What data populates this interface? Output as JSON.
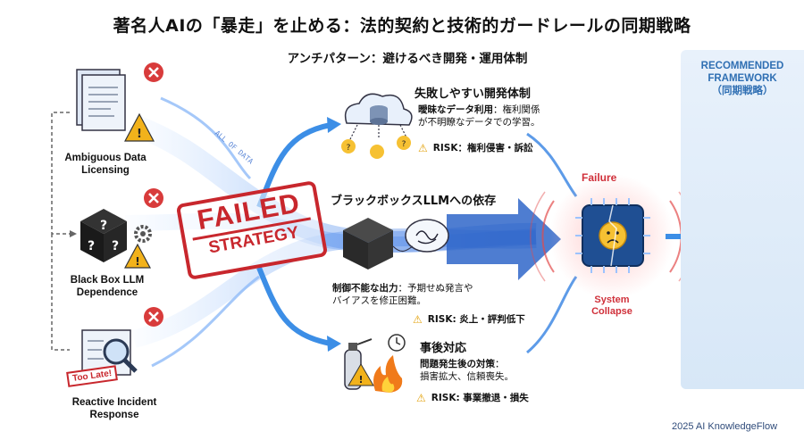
{
  "title": "著名人AIの「暴走」を止める：法的契約と技術的ガードレールの同期戦略",
  "subtitle": "アンチパターン：避けるべき開発・運用体制",
  "left_items": [
    {
      "label": "Ambiguous Data\nLicensing"
    },
    {
      "label": "Black Box LLM\nDependence"
    },
    {
      "label": "Reactive Incident\nResponse",
      "badge": "Too Late!"
    }
  ],
  "stamp": {
    "line1": "FAILED",
    "line2": "STRATEGY"
  },
  "flow_text": "ALL OF DATA",
  "middle_items": [
    {
      "heading": "失敗しやすい開発体制",
      "desc_bold": "曖昧なデータ利用",
      "desc": "：権利関係\nが不明瞭なデータでの学習。",
      "risk": "RISK：権利侵害・訴訟"
    },
    {
      "heading": "ブラックボックスLLMへの依存",
      "desc_bold": "制御不能な出力",
      "desc": "：予期せぬ発言や\nバイアスを修正困難。",
      "risk": "RISK: 炎上・評判低下"
    },
    {
      "heading": "事後対応",
      "desc_bold": "問題発生後の対策",
      "desc": "：\n損害拡大、信頼喪失。",
      "risk": "RISK: 事業撤退・損失"
    }
  ],
  "failure_label": "Failure",
  "collapse_label": "System\nCollapse",
  "panel": {
    "title": "RECOMMENDED\nFRAMEWORK\n（同期戦略）"
  },
  "footer": "2025 AI KnowledgeFlow",
  "colors": {
    "accent_blue": "#2f80d6",
    "danger_red": "#c8272d",
    "panel_bg": "#dce9f7"
  }
}
